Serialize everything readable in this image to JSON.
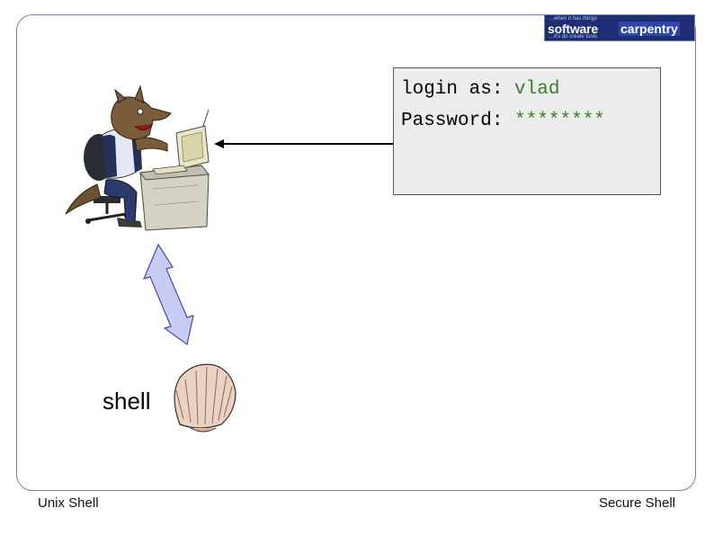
{
  "logo": {
    "tagline_top": "…when it has things",
    "word1": "software",
    "word2": "carpentry",
    "tagline_bottom": "…it's do create tools"
  },
  "terminal": {
    "login_label": "login as: ",
    "login_value": "vlad",
    "password_label": "Password: ",
    "password_value": "********"
  },
  "labels": {
    "shell": "shell"
  },
  "footer": {
    "left": "Unix Shell",
    "right": "Secure Shell"
  },
  "colors": {
    "terminal_value": "#3d7d2a",
    "arrow_fill": "#c7cdf2",
    "arrow_stroke": "#4a4aa0",
    "logo_bg": "#1f2d74"
  },
  "icons": [
    "werewolf-at-computer-illustration",
    "seashell-illustration"
  ]
}
